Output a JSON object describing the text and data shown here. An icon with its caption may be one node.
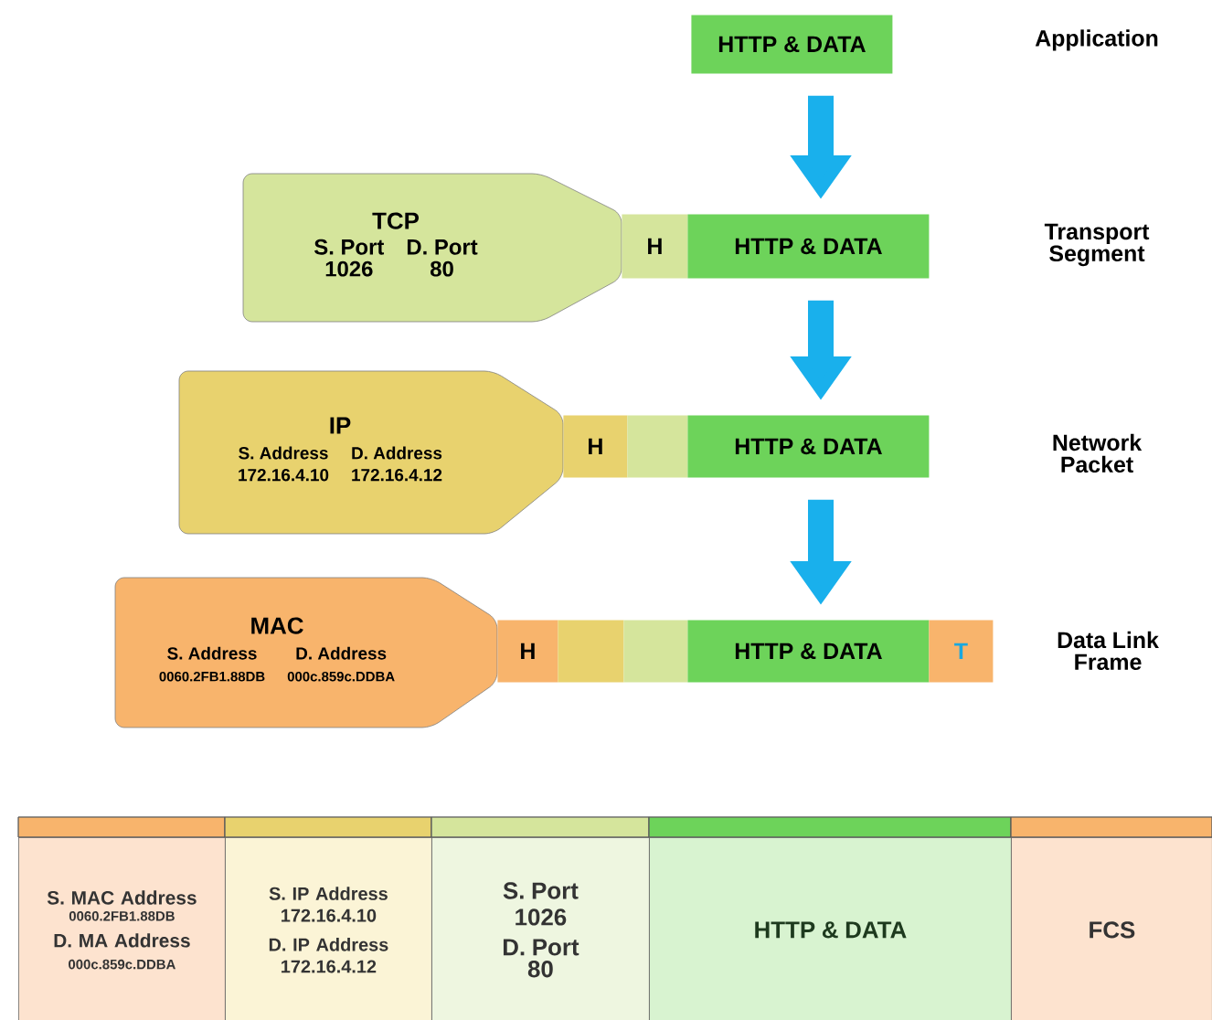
{
  "diagram": {
    "nodes": [
      {
        "text": [
          "HTTP & DATA"
        ]
      },
      {
        "text": [
          "TCP",
          "S. Port",
          "D. Port",
          "1026",
          "80"
        ]
      },
      {
        "text": [
          "H"
        ]
      },
      {
        "text": [
          "HTTP & DATA"
        ]
      },
      {
        "text": [
          "IP",
          "S. Address",
          "D. Address",
          "172.16.4.10",
          "172.16.4.12"
        ]
      },
      {
        "text": [
          "H"
        ]
      },
      {
        "text": [],
        "shape": "box"
      },
      {
        "text": [
          "HTTP & DATA"
        ]
      },
      {
        "text": [
          "MAC",
          "S. Address",
          "D. Address",
          "0060.2FB1.88DB",
          "000c.859c.DDBA"
        ]
      },
      {
        "text": [
          "H"
        ]
      },
      {
        "text": [],
        "shape": "box"
      },
      {
        "text": [],
        "shape": "box"
      },
      {
        "text": [
          "HTTP & DATA"
        ]
      },
      {
        "text": [
          "T"
        ]
      },
      {
        "text": [
          "S. MAC Address",
          "0060.2FB1.88DB",
          "D. MA Address",
          "000c.859c.DDBA"
        ]
      },
      {
        "text": [
          "S. IP Address",
          "172.16.4.10",
          "D. IP Address",
          "172.16.4.12"
        ]
      },
      {
        "text": [
          "S. Port",
          "1026",
          "D. Port",
          "80"
        ]
      },
      {
        "text": [
          "HTTP & DATA"
        ]
      },
      {
        "text": [
          "FCS"
        ]
      }
    ],
    "edges": [
      {
        "from": 0,
        "to": 3,
        "arrow": "to"
      },
      {
        "from": 3,
        "to": 7,
        "arrow": "to"
      },
      {
        "from": 7,
        "to": 12,
        "arrow": "to"
      }
    ],
    "labels": [
      "Application",
      "Transport Segment",
      "Network Packet",
      "Data Link Frame"
    ]
  }
}
